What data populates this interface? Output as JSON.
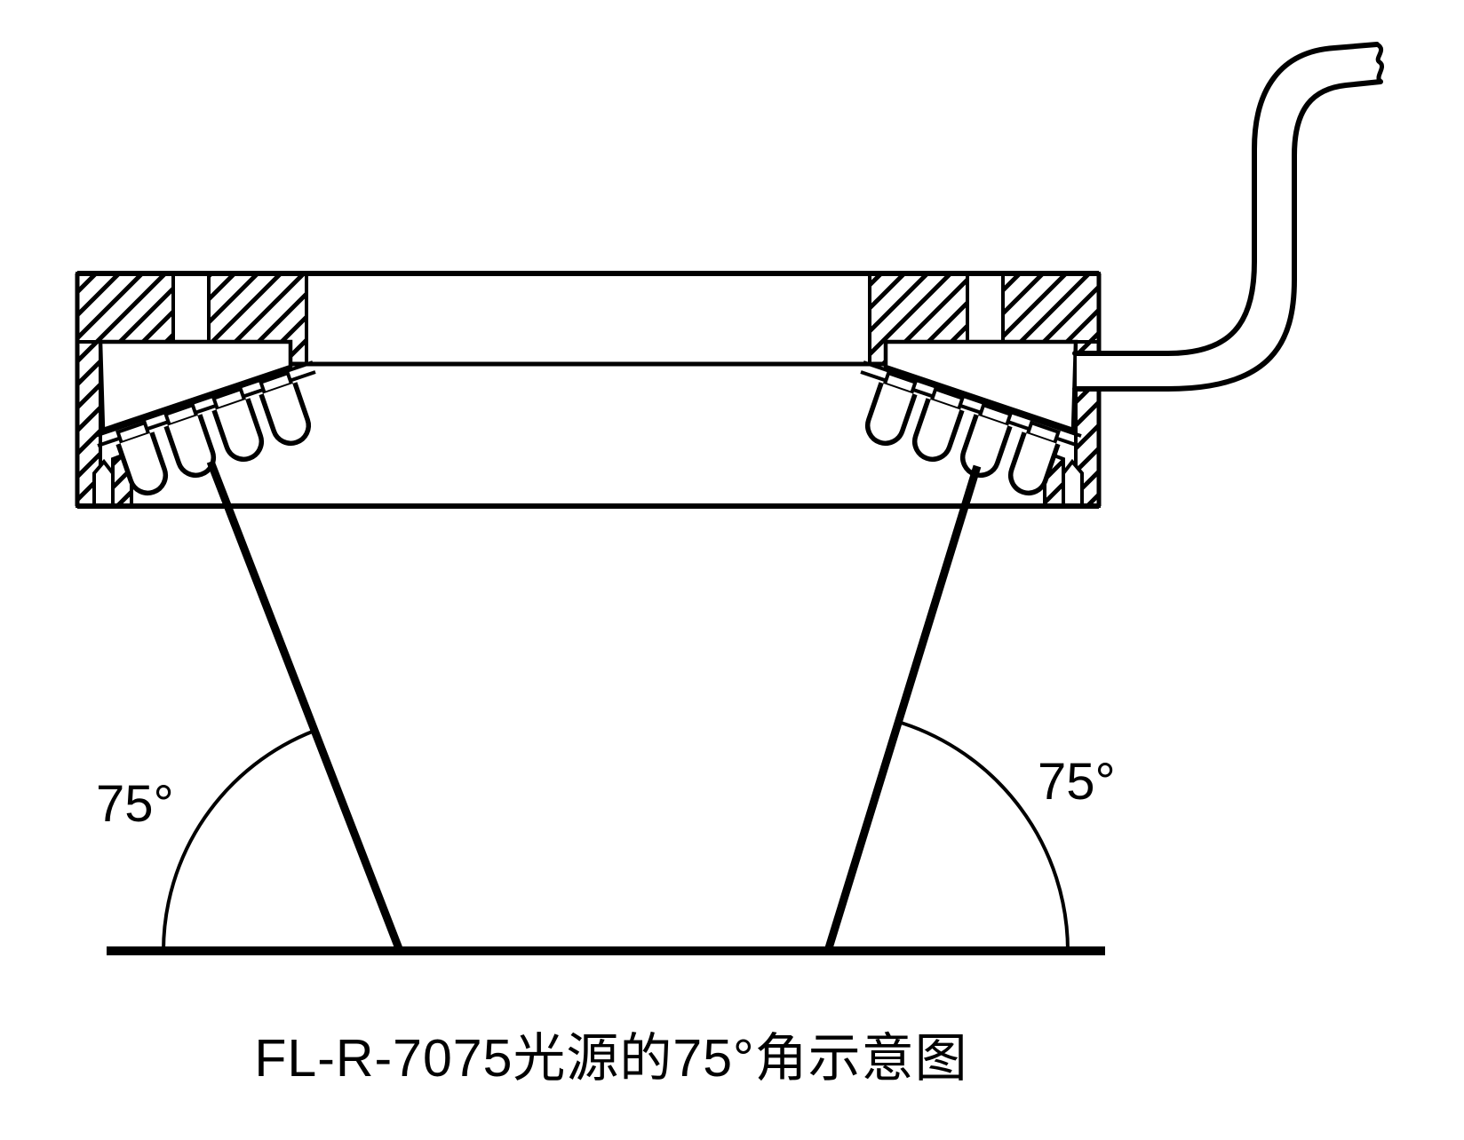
{
  "diagram": {
    "model": "FL-R-7075",
    "caption": "FL-R-7075光源的75°角示意图",
    "angle_value_deg": 75,
    "angles": {
      "left": {
        "label": "75°"
      },
      "right": {
        "label": "75°"
      }
    },
    "led_count_per_side": 4,
    "colors": {
      "line": "#000000",
      "background": "#ffffff"
    }
  }
}
